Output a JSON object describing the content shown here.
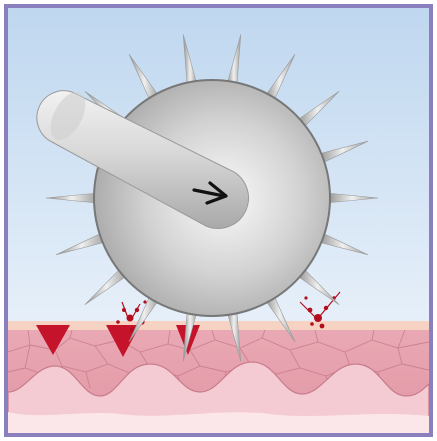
{
  "illustration": {
    "subject": "microneedle-roller-on-skin",
    "colors": {
      "frame": "#8A80BE",
      "background_top": "#BFD7EF",
      "background_bottom": "#F4F8FD",
      "skin_surface": "#F6D2C2",
      "skin_layer": "#E7A2AF",
      "skin_cell_lines": "#C77B8C",
      "skin_lower": "#F4CBD2",
      "puncture": "#C4132A",
      "blood": "#B40E1E",
      "roller": "#B8B8B8",
      "roller_outline": "#777777",
      "spike": "#9A9A9A",
      "arrow": "#111111"
    },
    "icons": [
      "roller-drum-icon",
      "handle-icon",
      "direction-arrow-icon",
      "spike-icon",
      "puncture-icon",
      "blood-splatter-icon"
    ],
    "spike_count": 18,
    "puncture_count": 3,
    "blood_splatter_count": 2
  }
}
